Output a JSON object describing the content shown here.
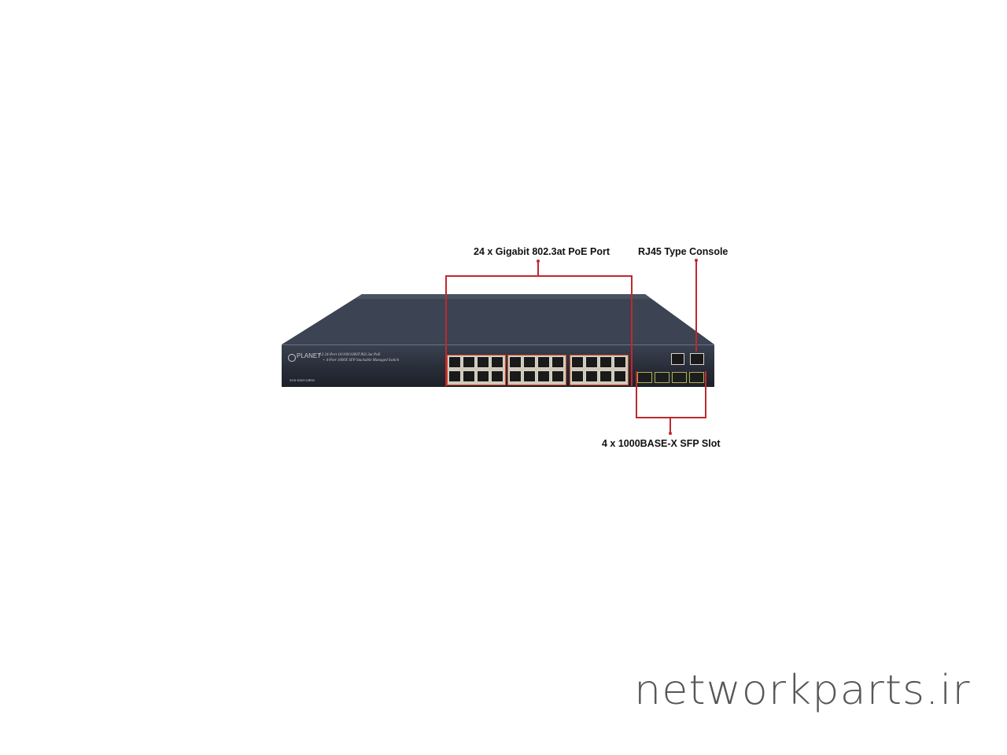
{
  "callouts": {
    "poe_ports": "24 x Gigabit 802.3at PoE Port",
    "console": "RJ45 Type Console",
    "sfp": "4 x 1000BASE-X SFP Slot"
  },
  "device": {
    "brand": "PLANET",
    "description_line1": "L3 24-Port 10/100/1000T 802.3at PoE",
    "description_line2": "+ 4-Port 1000X SFP Stackable Managed Switch",
    "model": "SGS-6340-24P4S",
    "poe_port_count": 24,
    "sfp_slot_count": 4
  },
  "watermark": "networkparts.ir",
  "colors": {
    "callout": "#c0282f",
    "chassis": "#262b36"
  }
}
